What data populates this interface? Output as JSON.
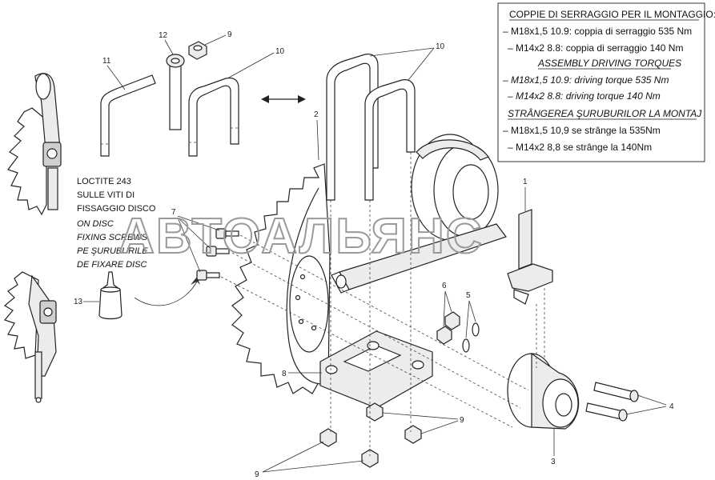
{
  "torque_box": {
    "lines": [
      {
        "text": "COPPIE DI SERRAGGIO PER IL MONTAGGIO:",
        "style": "head"
      },
      {
        "text": "– M18x1,5 10.9: coppia di serraggio 535 Nm",
        "style": "line"
      },
      {
        "text": "– M14x2 8.8: coppia di serraggio 140 Nm",
        "style": "line"
      },
      {
        "text": "ASSEMBLY DRIVING TORQUES",
        "style": "head-it"
      },
      {
        "text": "– M18x1,5 10.9: driving torque 535 Nm",
        "style": "line-it"
      },
      {
        "text": "– M14x2 8.8: driving torque 140 Nm",
        "style": "line-it"
      },
      {
        "text": "STRÂNGEREA ŞURUBURILOR LA MONTAJ",
        "style": "head-it"
      },
      {
        "text": "– M18x1,5 10,9 se strânge la 535Nm",
        "style": "line"
      },
      {
        "text": "– M14x2 8,8 se strânge la 140Nm",
        "style": "line"
      }
    ]
  },
  "loctite_note": {
    "lines": [
      {
        "text": "LOCTITE 243",
        "style": "normal"
      },
      {
        "text": "SULLE VITI DI",
        "style": "normal"
      },
      {
        "text": "FISSAGGIO DISCO",
        "style": "normal"
      },
      {
        "text": "ON DISC",
        "style": "italic"
      },
      {
        "text": "FIXING SCREWS",
        "style": "italic"
      },
      {
        "text": "PE ŞURUBURILE",
        "style": "italic"
      },
      {
        "text": "DE FIXARE DISC",
        "style": "italic"
      }
    ]
  },
  "watermark": "АВТОАЛЬЯНС",
  "callouts": {
    "c1": "1",
    "c2": "2",
    "c3": "3",
    "c4": "4",
    "c5": "5",
    "c6": "6",
    "c7": "7",
    "c8": "8",
    "c9a": "9",
    "c9b": "9",
    "c9c": "9",
    "c10a": "10",
    "c10b": "10",
    "c11": "11",
    "c12": "12",
    "c13": "13"
  }
}
